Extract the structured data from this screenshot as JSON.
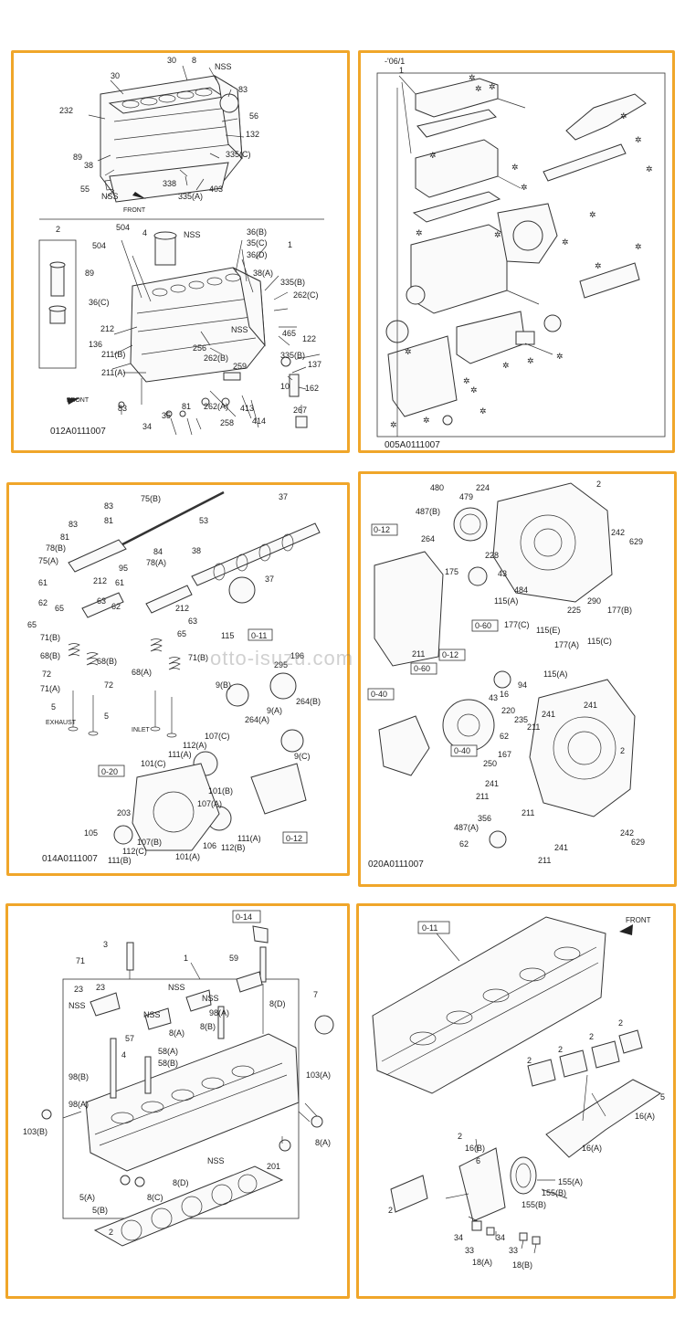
{
  "watermark": "otto-isuzu.com",
  "panels": [
    {
      "code": "012A0111007",
      "labels": [
        "30",
        "30",
        "8",
        "NSS",
        "83",
        "232",
        "56",
        "132",
        "89",
        "38",
        "335(C)",
        "338",
        "55",
        "NSS",
        "335(A)",
        "403",
        "FRONT",
        "2",
        "504",
        "4",
        "NSS",
        "36(B)",
        "35(C)",
        "36(D)",
        "1",
        "504",
        "38(A)",
        "89",
        "335(B)",
        "36(C)",
        "262(C)",
        "212",
        "465",
        "122",
        "136",
        "NSS",
        "211(B)",
        "256",
        "262(B)",
        "335(B)",
        "137",
        "211(A)",
        "259",
        "10",
        "162",
        "FRONT",
        "83",
        "81",
        "262(A)",
        "413",
        "34",
        "35",
        "258",
        "414",
        "267"
      ]
    },
    {
      "code": "005A0111007",
      "labels": [
        "-'06/1",
        "1"
      ]
    },
    {
      "code": "014A0111007",
      "labels": [
        "75(B)",
        "83",
        "81",
        "83",
        "53",
        "37",
        "81",
        "78(B)",
        "75(A)",
        "78(A)",
        "84",
        "38",
        "37",
        "95",
        "61",
        "212",
        "62",
        "61",
        "62",
        "63",
        "65",
        "212",
        "63",
        "65",
        "71(B)",
        "65",
        "71(B)",
        "68(B)",
        "68(A)",
        "68(B)",
        "72",
        "71(A)",
        "72",
        "5",
        "5",
        "EXHAUST",
        "INLET",
        "115",
        "0-11",
        "295",
        "196",
        "9(B)",
        "264(B)",
        "9(A)",
        "264(A)",
        "9(C)",
        "107(C)",
        "112(A)",
        "111(A)",
        "101(C)",
        "101(B)",
        "0-20",
        "203",
        "107(A)",
        "105",
        "107(B)",
        "112(C)",
        "111(B)",
        "106",
        "101(A)",
        "112(B)",
        "111(A)",
        "0-12"
      ]
    },
    {
      "code": "020A0111007",
      "labels": [
        "480",
        "224",
        "2",
        "479",
        "487(B)",
        "0-12",
        "264",
        "228",
        "242",
        "629",
        "175",
        "43",
        "484",
        "115(A)",
        "225",
        "290",
        "177(B)",
        "177(C)",
        "115(E)",
        "0-60",
        "115(C)",
        "211",
        "0-12",
        "177(A)",
        "0-60",
        "16",
        "94",
        "115(A)",
        "0-40",
        "220",
        "235",
        "241",
        "211",
        "241",
        "43",
        "62",
        "167",
        "250",
        "2",
        "241",
        "211",
        "211",
        "356",
        "487(A)",
        "242",
        "629",
        "62",
        "211",
        "241",
        "0-40"
      ]
    },
    {
      "code": "",
      "labels": [
        "0-14",
        "3",
        "1",
        "59",
        "71",
        "23",
        "23",
        "NSS",
        "NSS",
        "7",
        "NSS",
        "98(A)",
        "8(D)",
        "57",
        "NSS",
        "8(A)",
        "4",
        "58(A)",
        "8(B)",
        "58(B)",
        "98(B)",
        "103(A)",
        "98(A)",
        "103(B)",
        "NSS",
        "8(A)",
        "201",
        "8(D)",
        "5(A)",
        "8(C)",
        "5(B)",
        "2"
      ]
    },
    {
      "code": "",
      "labels": [
        "FRONT",
        "0-11",
        "2",
        "2",
        "2",
        "2",
        "5",
        "16(A)",
        "2",
        "16(B)",
        "6",
        "16(A)",
        "155(A)",
        "155(B)",
        "155(B)",
        "2",
        "34",
        "34",
        "33",
        "33",
        "18(A)",
        "18(B)"
      ]
    }
  ]
}
